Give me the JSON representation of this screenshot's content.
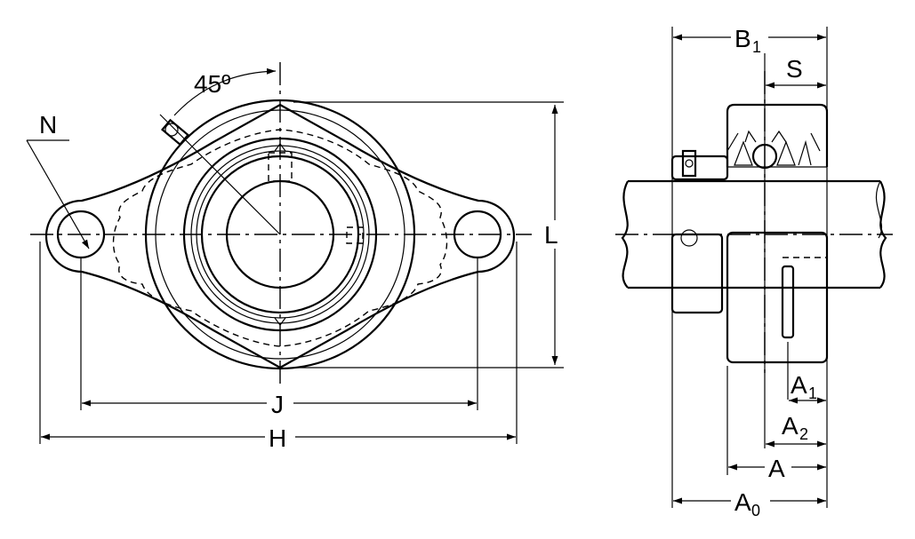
{
  "labels": {
    "angle": "45º",
    "n": "N",
    "j": "J",
    "h": "H",
    "l": "L",
    "b_main": "B",
    "b_sub": "1",
    "s": "S",
    "a1_main": "A",
    "a1_sub": "1",
    "a2_main": "A",
    "a2_sub": "2",
    "a": "A",
    "a0_main": "A",
    "a0_sub": "0"
  }
}
